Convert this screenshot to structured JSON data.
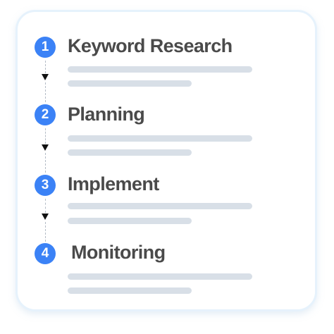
{
  "steps": [
    {
      "number": "1",
      "title": "Keyword Research"
    },
    {
      "number": "2",
      "title": "Planning"
    },
    {
      "number": "3",
      "title": "Implement"
    },
    {
      "number": "4",
      "title": "Monitoring"
    }
  ],
  "colors": {
    "badge": "#3b82f6",
    "title": "#4a4a4a",
    "placeholder": "#d8dfe7",
    "arrow": "#111111",
    "card_border": "#e6f2fc"
  }
}
